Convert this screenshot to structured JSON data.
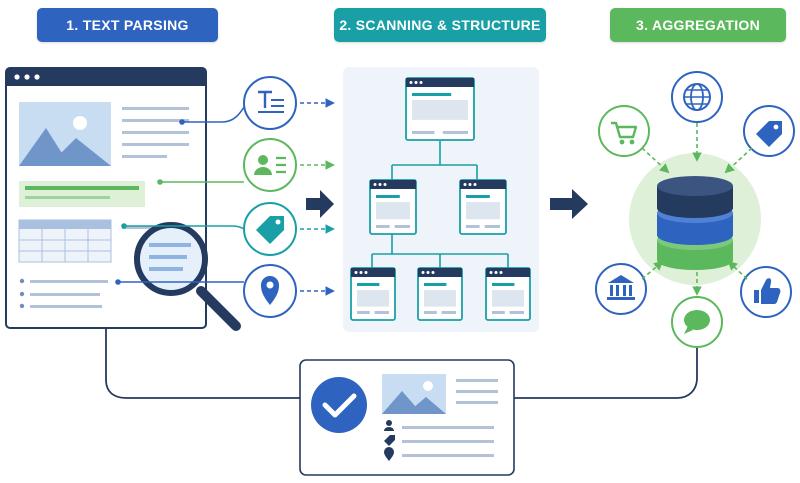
{
  "steps": [
    {
      "label": "1. TEXT PARSING",
      "color": "#2e63c0"
    },
    {
      "label": "2. SCANNING & STRUCTURE",
      "color": "#18a0a6"
    },
    {
      "label": "3. AGGREGATION",
      "color": "#5cb85c"
    }
  ],
  "colors": {
    "navy": "#243a5e",
    "blue": "#2e63c0",
    "teal": "#18a0a6",
    "green": "#5cb85c",
    "light_green": "#dff0d8",
    "light_blue": "#c8dcf2"
  },
  "icons": {
    "parsing_outputs": [
      "text-format-icon",
      "contact-card-icon",
      "tag-icon",
      "location-pin-icon"
    ],
    "aggregation_sources": [
      "shopping-cart-icon",
      "globe-icon",
      "tag-icon",
      "bank-icon",
      "thumbs-up-icon",
      "chat-bubble-icon"
    ],
    "center": "database-icon",
    "result": "checkmark-icon"
  }
}
